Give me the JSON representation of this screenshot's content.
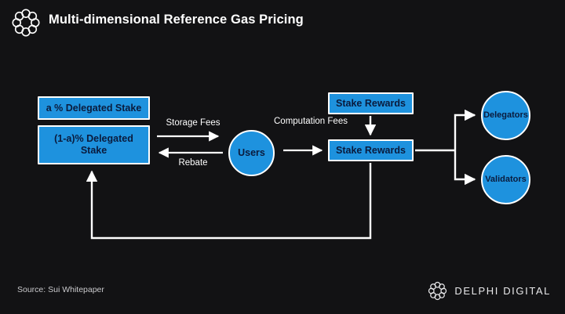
{
  "header": {
    "title": "Multi-dimensional Reference Gas Pricing",
    "logo_icon": "delphi-ring-icon"
  },
  "diagram": {
    "nodes": {
      "a_stake": "a % Delegated Stake",
      "one_minus_a_stake": "(1-a)% Delegated Stake",
      "users": "Users",
      "stake_rewards_top": "Stake Rewards",
      "stake_rewards_bottom": "Stake Rewards",
      "delegators": "Delegators",
      "validators": "Validators"
    },
    "edge_labels": {
      "storage_fees": "Storage Fees",
      "rebate": "Rebate",
      "computation_fees": "Computation Fees"
    }
  },
  "footer": {
    "source": "Source: Sui Whitepaper",
    "logo_text": "DELPHI DIGITAL",
    "logo_icon": "delphi-ring-icon"
  },
  "colors": {
    "background": "#121214",
    "node_fill": "#1e92de",
    "node_border": "#ffffff",
    "node_text": "#0a1b3d",
    "edge_stroke": "#ffffff",
    "title_text": "#ffffff",
    "source_text": "#c9c9cc"
  }
}
